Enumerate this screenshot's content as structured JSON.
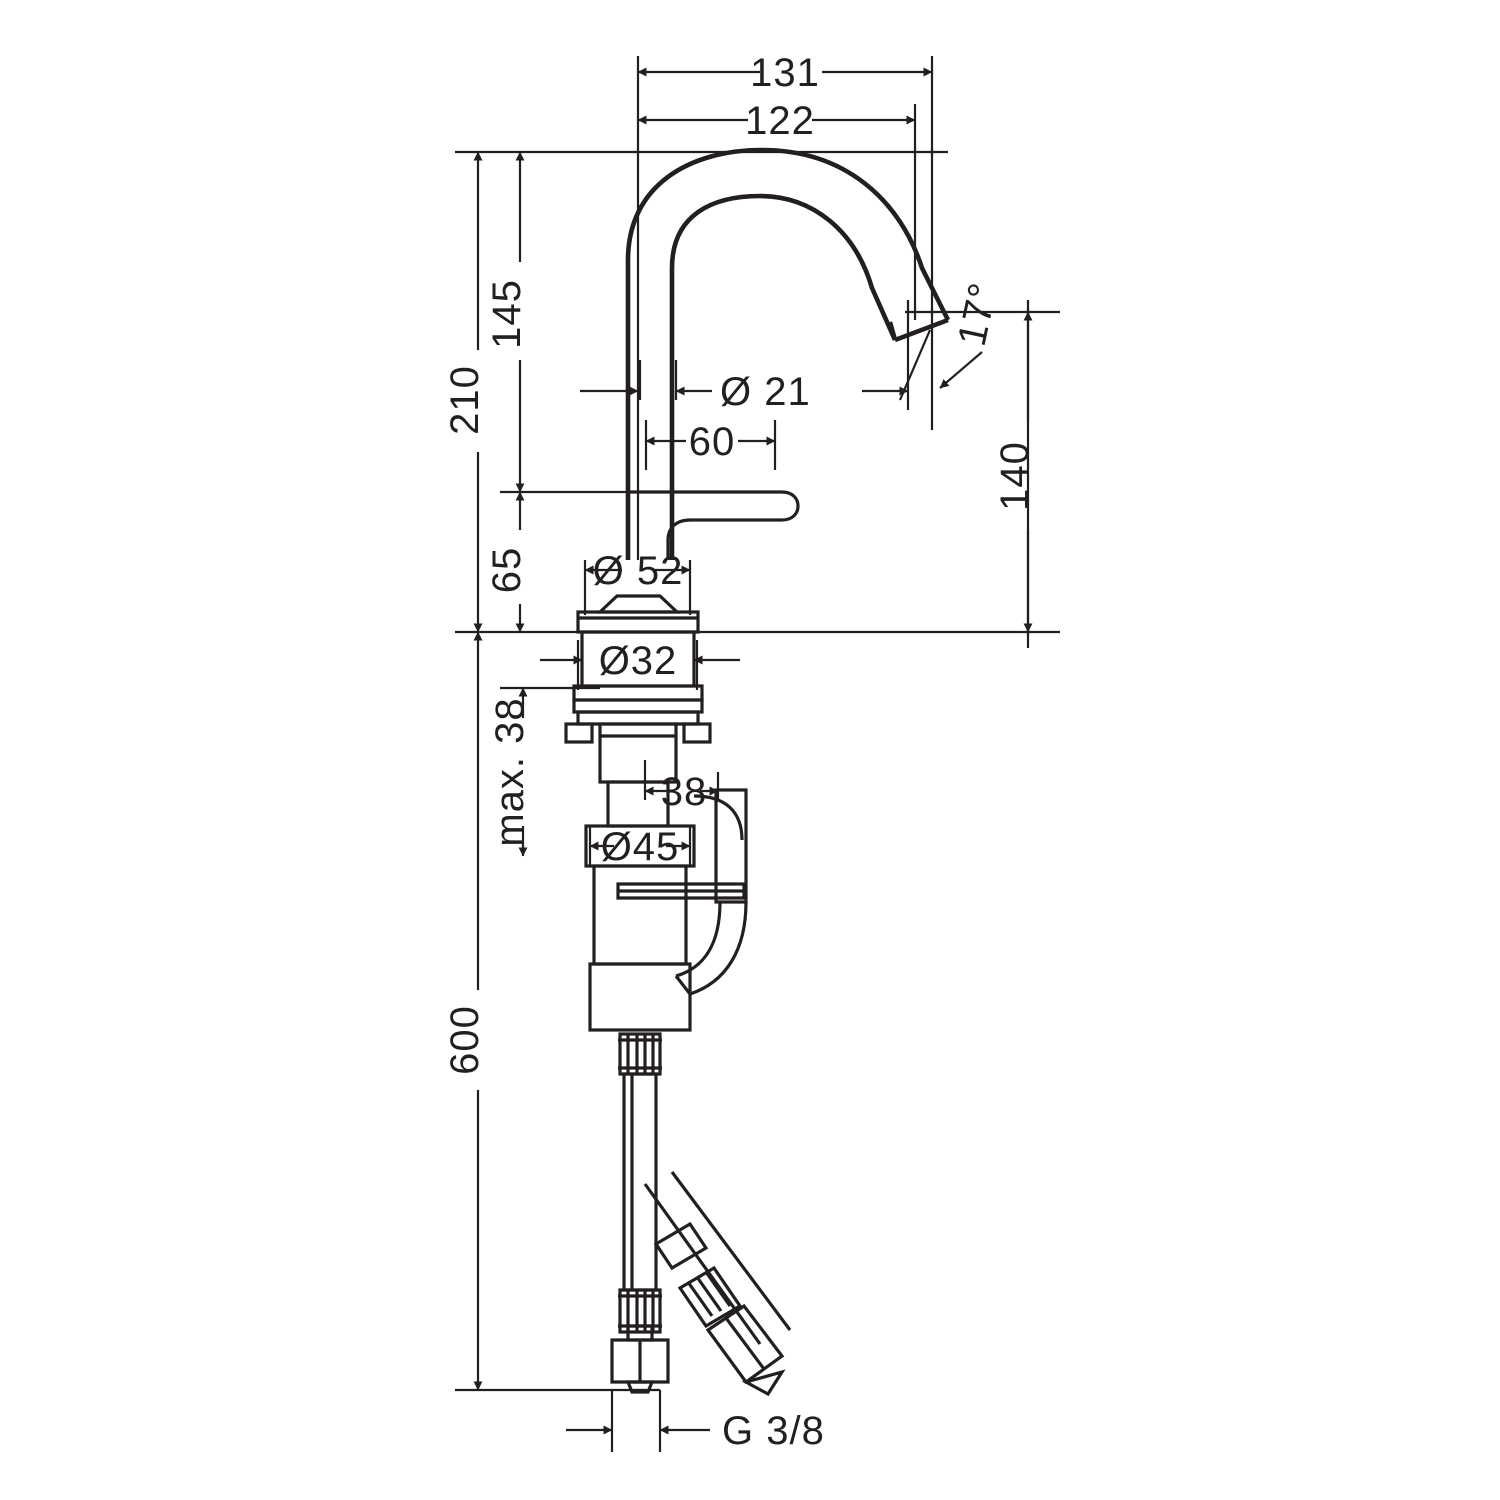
{
  "drawing": {
    "title": "Single lever basin mixer – dimensioned technical drawing",
    "units": "mm",
    "line_color": "#231f20",
    "background_color": "#ffffff"
  },
  "dimensions": {
    "spout_reach_outer": "131",
    "spout_reach_inner": "122",
    "total_height": "210",
    "spout_height": "145",
    "handle_height": "65",
    "spout_tube_diameter": "Ø 21",
    "spout_offset": "60",
    "outlet_angle": "17°",
    "outlet_height": "140",
    "escutcheon_diameter": "Ø 52",
    "shank_diameter": "Ø32",
    "max_deck_thickness": "max. 38",
    "body_offset": "38",
    "body_diameter": "Ø45",
    "hose_length": "600",
    "thread_size": "G 3/8"
  },
  "labels": [
    {
      "id": "dim-131",
      "text": "131"
    },
    {
      "id": "dim-122",
      "text": "122"
    },
    {
      "id": "dim-210",
      "text": "210"
    },
    {
      "id": "dim-145",
      "text": "145"
    },
    {
      "id": "dim-65",
      "text": "65"
    },
    {
      "id": "dim-d21",
      "text": "Ø 21"
    },
    {
      "id": "dim-60",
      "text": "60"
    },
    {
      "id": "dim-17deg",
      "text": "17°"
    },
    {
      "id": "dim-140",
      "text": "140"
    },
    {
      "id": "dim-d52",
      "text": "Ø 52"
    },
    {
      "id": "dim-d32",
      "text": "Ø32"
    },
    {
      "id": "dim-max38",
      "text": "max. 38"
    },
    {
      "id": "dim-38",
      "text": "38"
    },
    {
      "id": "dim-d45",
      "text": "Ø45"
    },
    {
      "id": "dim-600",
      "text": "600"
    },
    {
      "id": "dim-g38",
      "text": "G 3/8"
    }
  ]
}
